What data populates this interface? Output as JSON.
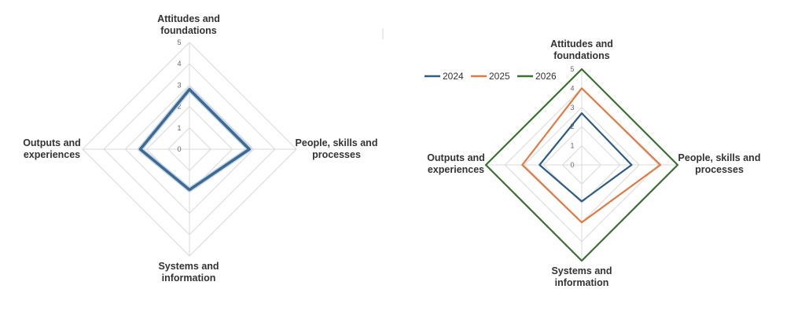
{
  "chart_data": [
    {
      "type": "radar",
      "categories": [
        "Attitudes and foundations",
        "People, skills and processes",
        "Systems and information",
        "Outputs and experiences"
      ],
      "ticks": [
        "0",
        "1",
        "2",
        "3",
        "4",
        "5"
      ],
      "rlim": [
        0,
        5
      ],
      "grid": true,
      "legend": "none",
      "series": [
        {
          "values": [
            2.8,
            2.8,
            1.9,
            2.3
          ],
          "color": "#3b6a94"
        }
      ]
    },
    {
      "type": "radar",
      "categories": [
        "Attitudes and foundations",
        "People, skills and processes",
        "Systems and information",
        "Outputs and experiences"
      ],
      "ticks": [
        "0",
        "1",
        "2",
        "3",
        "4",
        "5"
      ],
      "rlim": [
        0,
        5
      ],
      "grid": true,
      "legend": "top-left",
      "series": [
        {
          "name": "2024",
          "values": [
            2.7,
            2.6,
            1.9,
            2.2
          ],
          "color": "#2e5c85"
        },
        {
          "name": "2025",
          "values": [
            4.0,
            4.1,
            3.0,
            3.1
          ],
          "color": "#e07a45"
        },
        {
          "name": "2026",
          "values": [
            5.0,
            5.0,
            5.0,
            5.0
          ],
          "color": "#3a7030"
        }
      ]
    }
  ]
}
